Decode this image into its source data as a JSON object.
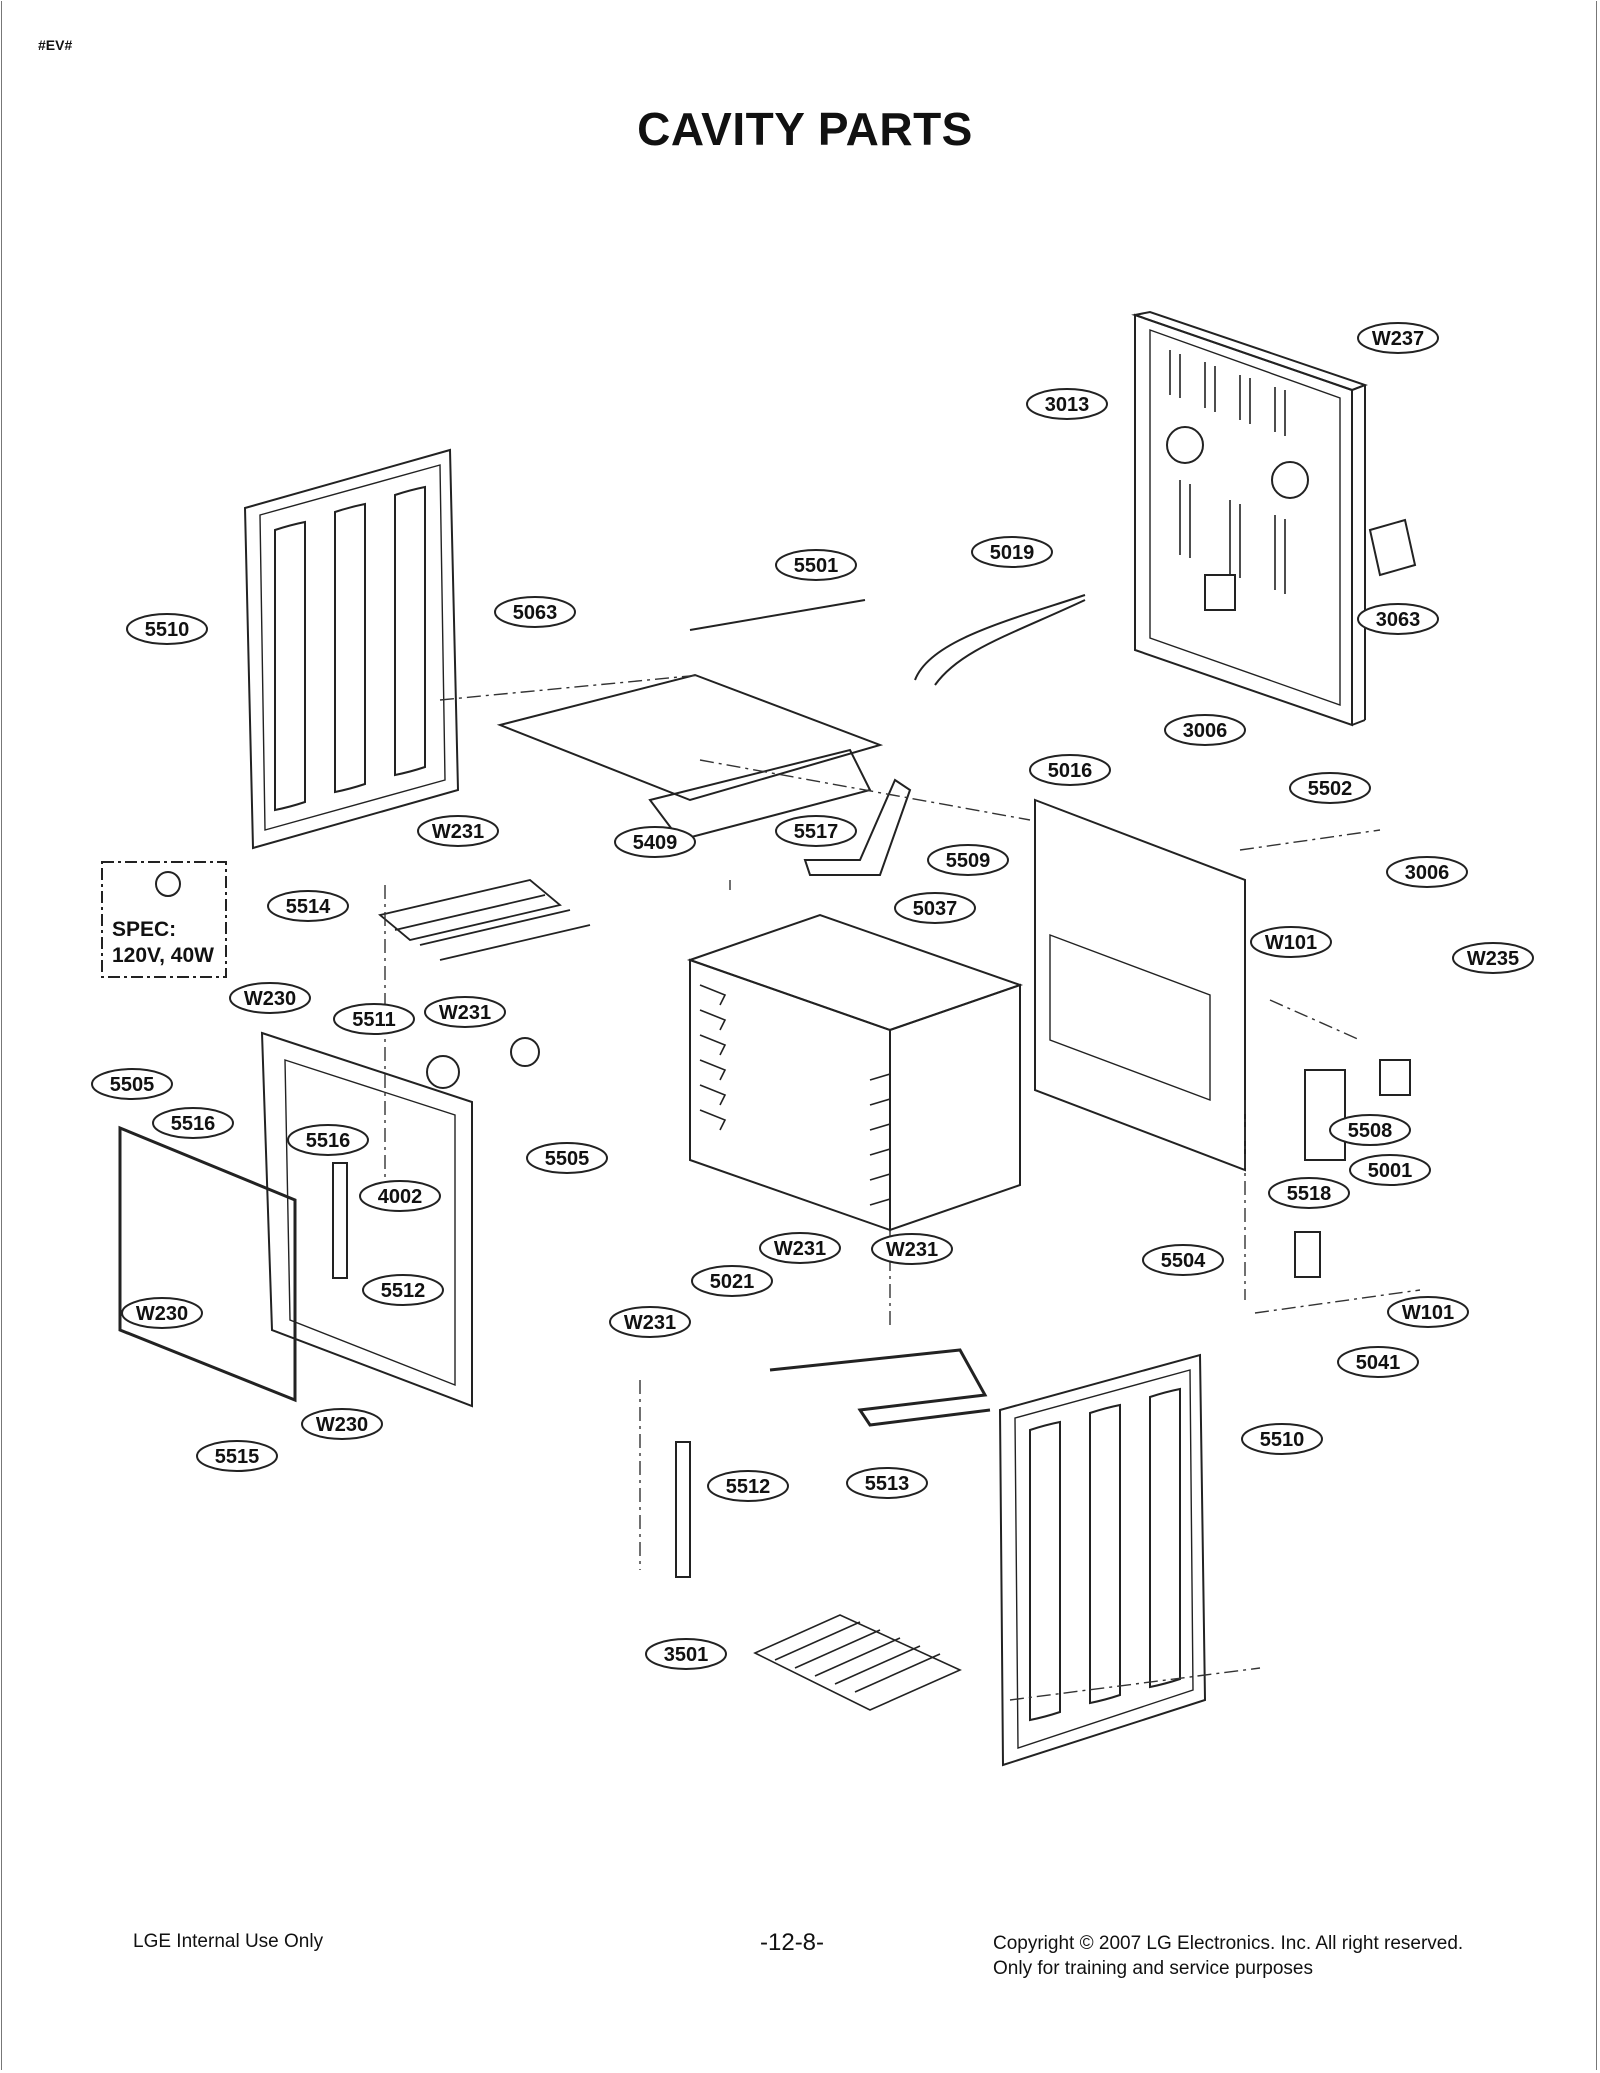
{
  "document_code": "#EV#",
  "title": "CAVITY PARTS",
  "spec": {
    "line1": "SPEC:",
    "line2": "120V, 40W"
  },
  "callouts": [
    "W237",
    "3013",
    "3063",
    "5019",
    "5501",
    "5063",
    "5510",
    "3006",
    "5016",
    "5502",
    "3006",
    "5409",
    "5517",
    "5509",
    "W231",
    "5037",
    "W101",
    "W235",
    "5514",
    "W231",
    "5511",
    "W230",
    "5505",
    "5516",
    "5516",
    "5505",
    "4002",
    "5508",
    "5001",
    "5518",
    "5512",
    "W231",
    "W231",
    "5021",
    "W231",
    "5504",
    "W101",
    "W230",
    "5041",
    "W230",
    "5515",
    "5510",
    "5513",
    "5512",
    "3501"
  ],
  "footer": {
    "left": "LGE Internal Use Only",
    "page": "-12-8-",
    "copyright_line1": "Copyright © 2007 LG Electronics. Inc. All right reserved.",
    "copyright_line2": "Only for training and service purposes"
  }
}
